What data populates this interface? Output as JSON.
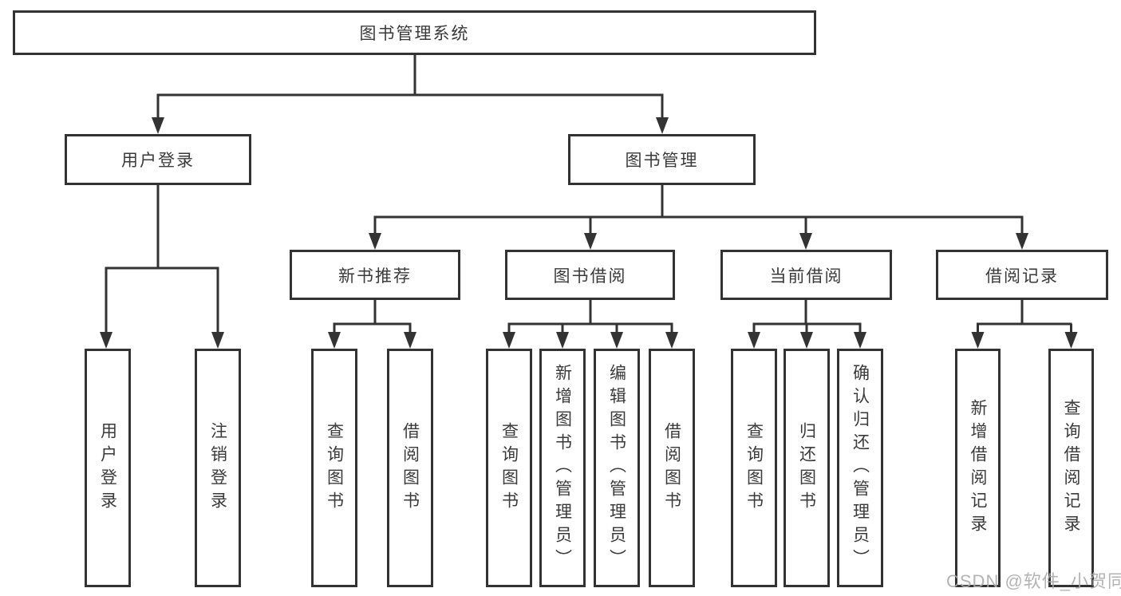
{
  "diagram_title": "图书管理系统",
  "nodes": {
    "root": "图书管理系统",
    "level2": {
      "user_login": "用户登录",
      "book_management": "图书管理"
    },
    "level3": {
      "new_book_recommend": "新书推荐",
      "book_borrow": "图书借阅",
      "current_borrow": "当前借阅",
      "borrow_records": "借阅记录"
    },
    "leaves": {
      "user_login_login": "用户登录",
      "user_login_logout": "注销登录",
      "recommend_query_books": "查询图书",
      "recommend_borrow_books": "借阅图书",
      "borrow_query_books": "查询图书",
      "borrow_add_books": "新增图书（管理员）",
      "borrow_edit_books": "编辑图书（管理员）",
      "borrow_borrow_books": "借阅图书",
      "current_query_books": "查询图书",
      "current_return_books": "归还图书",
      "current_confirm_return": "确认归还（管理员）",
      "records_add_record": "新增借阅记录",
      "records_query_record": "查询借阅记录"
    }
  },
  "watermark": "CSDN @软件_小贺同学",
  "colors": {
    "line": "#333333",
    "text": "#3a3a3a",
    "background": "#ffffff",
    "watermark": "#ababab"
  }
}
